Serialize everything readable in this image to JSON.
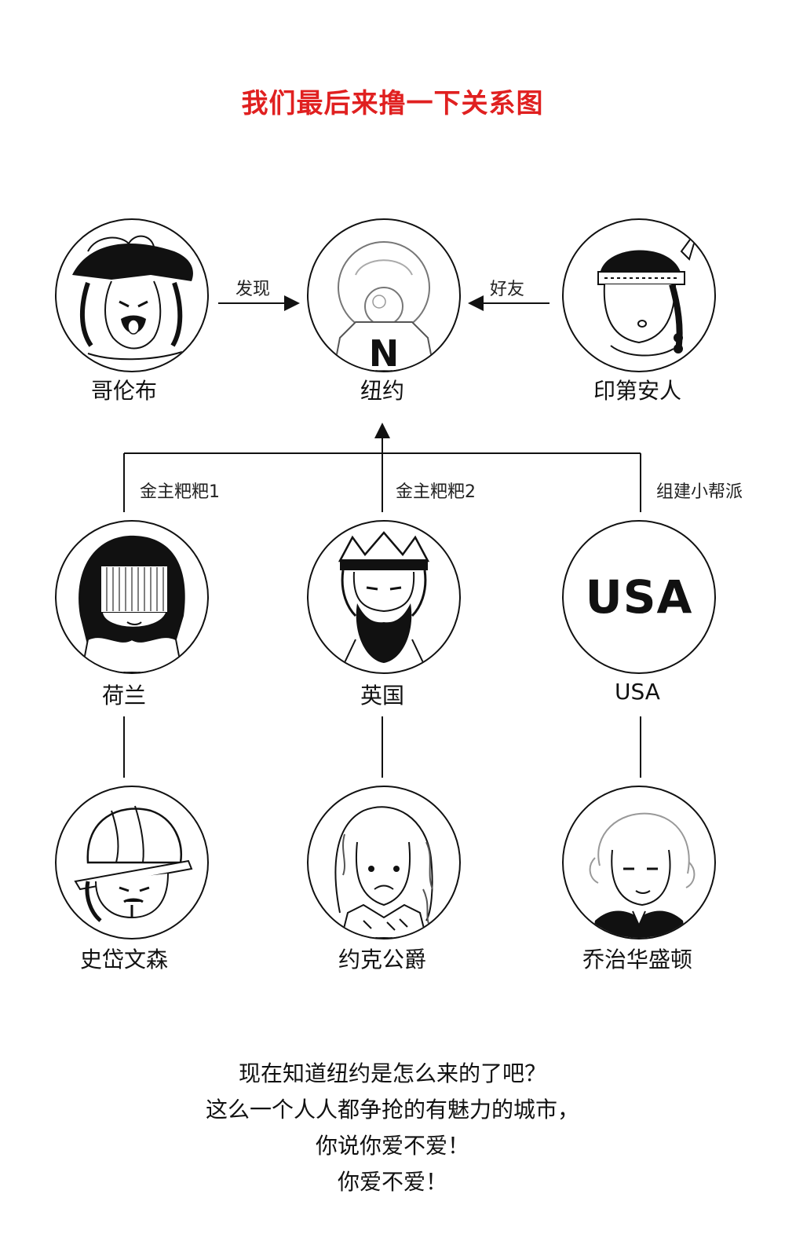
{
  "title": "我们最后来撸一下关系图",
  "nodes": {
    "columbus": {
      "label": "哥伦布",
      "icon": "columbus-portrait-icon"
    },
    "newyork": {
      "label": "纽约",
      "icon": "new-york-crystal-ball-icon",
      "emblem": "N"
    },
    "indian": {
      "label": "印第安人",
      "icon": "native-american-portrait-icon"
    },
    "netherlands": {
      "label": "荷兰",
      "icon": "dutch-portrait-icon"
    },
    "england": {
      "label": "英国",
      "icon": "english-king-portrait-icon"
    },
    "usa": {
      "label": "USA",
      "icon": "usa-emblem-icon",
      "emblem": "USA"
    },
    "stuyvesant": {
      "label": "史岱文森",
      "icon": "stuyvesant-portrait-icon"
    },
    "york": {
      "label": "约克公爵",
      "icon": "duke-of-york-portrait-icon"
    },
    "washington": {
      "label": "乔治华盛顿",
      "icon": "george-washington-portrait-icon"
    }
  },
  "edges": {
    "discover": "发现",
    "friend": "好友",
    "sponsor1": "金主粑粑1",
    "sponsor2": "金主粑粑2",
    "gang": "组建小帮派"
  },
  "closing": [
    "现在知道纽约是怎么来的了吧？",
    "这么一个人人都争抢的有魅力的城市，",
    "你说你爱不爱！",
    "你爱不爱！"
  ]
}
